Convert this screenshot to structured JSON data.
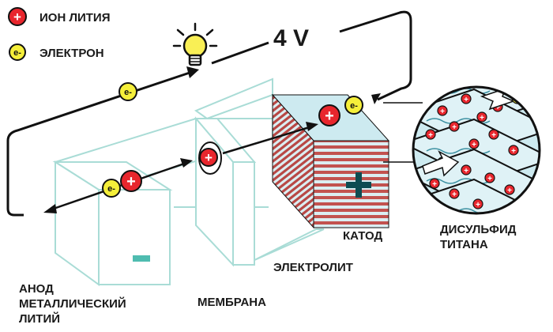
{
  "legend": {
    "ion_label": "ИОН ЛИТИЯ",
    "electron_label": "ЭЛЕКТРОН"
  },
  "voltage": "4 V",
  "symbols": {
    "plus": "+",
    "minus": "−",
    "electron": "e-"
  },
  "labels": {
    "anode_line1": "АНОД",
    "anode_line2": "МЕТАЛЛИЧЕСКИЙ",
    "anode_line3": "ЛИТИЙ",
    "membrane": "МЕМБРАНА",
    "electrolyte": "ЭЛЕКТРОЛИТ",
    "cathode": "КАТОД",
    "disulfide_line1": "ДИСУЛЬФИД",
    "disulfide_line2": "ТИТАНА"
  },
  "colors": {
    "ion_red": "#e8262d",
    "electron_yellow": "#f5ef3a",
    "cell_outline": "#a9dcd6",
    "cathode_top": "#cdeaf0",
    "cathode_stripe_red": "#c2524f",
    "cathode_stripe_light": "#dbeef2",
    "anode_mark": "#4fbcb0",
    "bulb": "#f9ef55"
  }
}
